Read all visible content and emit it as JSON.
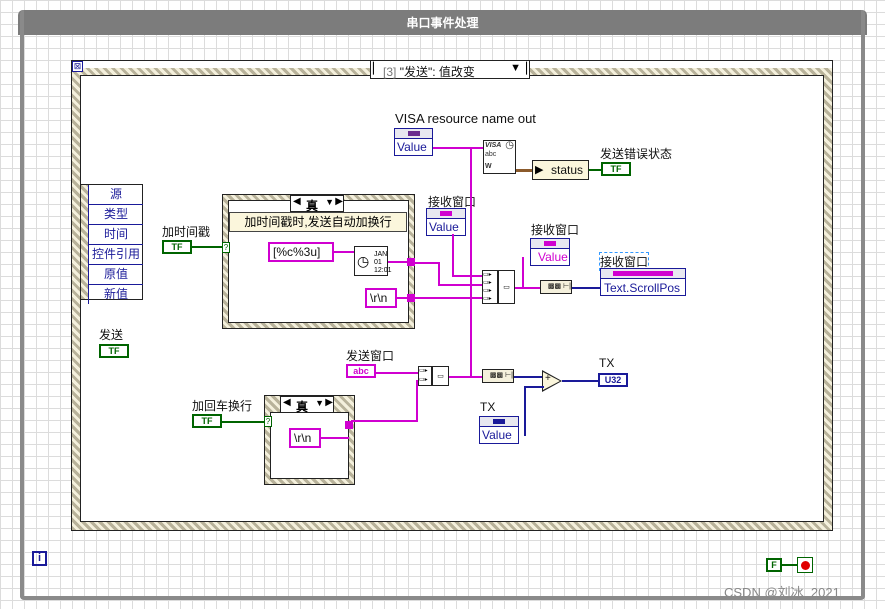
{
  "window": {
    "title": "串口事件处理"
  },
  "event_structure": {
    "selector": "[3] \"发送\": 值改变",
    "index_prefix": "[3]",
    "event_text": "\"发送\": 值改变"
  },
  "event_data_node": {
    "items": [
      "源",
      "类型",
      "时间",
      "控件引用",
      "原值",
      "新值"
    ]
  },
  "add_timestamp": {
    "label": "加时间戳",
    "terminal": "TF"
  },
  "send_button": {
    "label": "发送",
    "terminal": "TF"
  },
  "add_crlf": {
    "label": "加回车换行",
    "terminal": "TF"
  },
  "case_timestamp": {
    "selector": "真",
    "description": "加时间戳时,发送自动加换行",
    "format_string": "[%c%3u]",
    "newline_const": "\\r\\n"
  },
  "case_crlf": {
    "selector": "真",
    "newline_const": "\\r\\n"
  },
  "visa": {
    "label": "VISA resource name out",
    "property": "Value",
    "icon_text": "VISA"
  },
  "unbundle_status": {
    "label": "status"
  },
  "error_indicator": {
    "label": "发送错误状态",
    "terminal": "TF"
  },
  "receive_window_read": {
    "label": "接收窗口",
    "property": "Value"
  },
  "receive_window_write": {
    "label": "接收窗口",
    "property": "Value"
  },
  "receive_window_scroll": {
    "label": "接收窗口",
    "property": "Text.ScrollPos"
  },
  "send_window": {
    "label": "发送窗口",
    "terminal": "abc"
  },
  "tx_indicator": {
    "label": "TX",
    "terminal": "U32"
  },
  "tx_property": {
    "label": "TX",
    "property": "Value"
  },
  "stop_const": {
    "terminal": "F"
  },
  "info_icon": {
    "text": "i"
  },
  "watermark": {
    "text": "CSDN @刘冰_2021"
  }
}
